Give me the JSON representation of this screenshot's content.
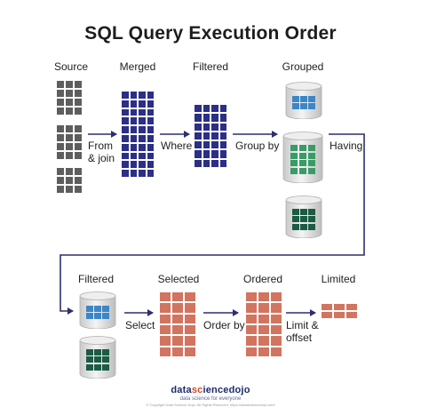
{
  "title": "SQL Query Execution Order",
  "stages": {
    "source": "Source",
    "merged": "Merged",
    "filtered1": "Filtered",
    "grouped": "Grouped",
    "filtered2": "Filtered",
    "selected": "Selected",
    "ordered": "Ordered",
    "limited": "Limited"
  },
  "operations": {
    "from_join": "From\n& join",
    "where": "Where",
    "group_by": "Group by",
    "having": "Having",
    "select": "Select",
    "order_by": "Order by",
    "limit_offset": "Limit &\noffset"
  },
  "colors": {
    "source": "#5e5e5e",
    "navy": "#2b2f86",
    "blue": "#3c86c8",
    "green": "#3a9b68",
    "dark_green": "#1c5b44",
    "salmon": "#d2745f",
    "arrow": "#2d2f6e"
  },
  "logo": {
    "brand_a": "data",
    "brand_b": "sc",
    "brand_c": "ience",
    "brand_d": "dojo",
    "tagline": "data science for everyone",
    "copyright": "© Copyright Data Science Dojo. All Rights Reserved. https://datasciencedojo.com/"
  }
}
